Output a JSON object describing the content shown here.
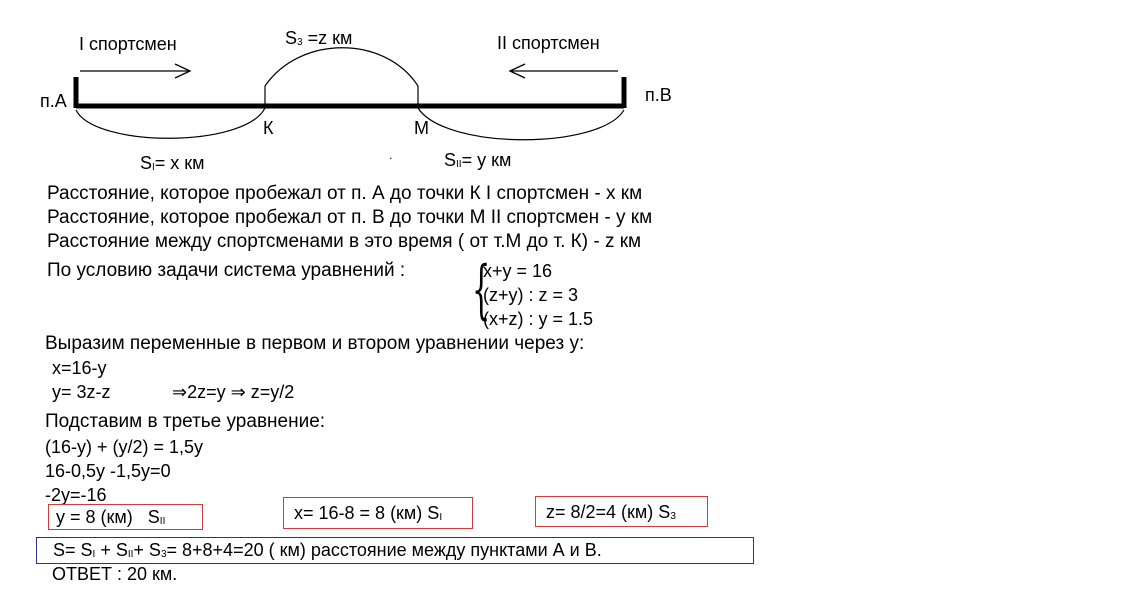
{
  "diagram": {
    "athlete1": "I спортсмен",
    "athlete2": "II спортсмен",
    "s3_label": "S",
    "s3_sub": "3",
    "s3_value": " =z км",
    "point_a": "п.А",
    "point_b": "п.В",
    "point_k": "К",
    "point_m": "М",
    "s1_label": "S",
    "s1_sub": "I",
    "s1_value": "= х км",
    "s2_label": "S",
    "s2_sub": "II",
    "s2_value": "= у км",
    "dot": "."
  },
  "text": {
    "line1": "Расстояние, которое пробежал от п. А до точки К  I спортсмен   -  х км",
    "line2": "Расстояние, которое пробежал от п. В до точки М II  спортсмен  -  у  км",
    "line3": "Расстояние между спортсменами  в это время  ( от т.М до т. К)   -  z км",
    "system_intro": "По условию задачи система уравнений :",
    "eq1": "х+у  = 16",
    "eq2": "(z+у) : z = 3",
    "eq3": "(х+z) : у = 1.5",
    "express": "Выразим переменные в первом  и втором уравнении через у:",
    "x_expr": "х=16-у",
    "y_expr": "у= 3z-z",
    "y_expr2": "⇒2z=у  ⇒ z=у/2",
    "subst": "Подставим в третье уравнение:",
    "calc1": "(16-у) + (у/2) = 1,5у",
    "calc2": "16-0,5у -1,5у=0",
    "calc3": "-2у=-16"
  },
  "results": {
    "y_box": "у = 8  (км)",
    "y_box_s": "S",
    "y_box_sub": "II",
    "x_box": "х= 16-8 = 8 (км) S",
    "x_box_sub": "I",
    "z_box": "z= 8/2=4 (км) S",
    "z_box_sub": "3",
    "sum_a": "S= S",
    "sum_a_sub": "I",
    "sum_b": " + S",
    "sum_b_sub": "II",
    "sum_c": "+ S",
    "sum_c_sub": "3",
    "sum_d": "=  8+8+4=20 ( км)  расстояние между пунктами А и В.",
    "answer": "ОТВЕТ :  20 км."
  }
}
